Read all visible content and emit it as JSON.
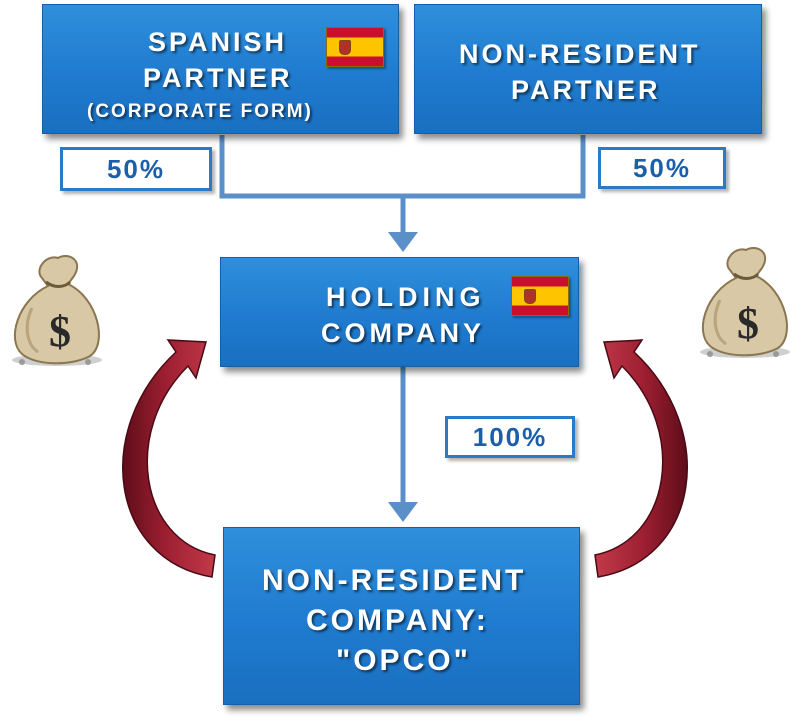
{
  "nodes": {
    "spanish_partner": {
      "line1": "SPANISH",
      "line2": "PARTNER",
      "line3": "(CORPORATE FORM)"
    },
    "non_resident_partner": {
      "line1": "NON-RESIDENT",
      "line2": "PARTNER"
    },
    "holding_company": {
      "line1": "HOLDING",
      "line2": "COMPANY"
    },
    "opco": {
      "line1": "NON-RESIDENT",
      "line2": "COMPANY:",
      "line3": "\"OPCO\""
    }
  },
  "ownership": {
    "spanish_share": "50%",
    "non_resident_share": "50%",
    "holding_share": "100%"
  },
  "icons": {
    "flag": "spain-flag-icon",
    "money": "money-bag-icon",
    "flow_arrow": "curved-red-arrow"
  },
  "colors": {
    "box_blue": "#1f7bcf",
    "connector_blue": "#4a86c5",
    "dividend_red": "#8e1a2c",
    "pct_text": "#1b5fa8"
  }
}
